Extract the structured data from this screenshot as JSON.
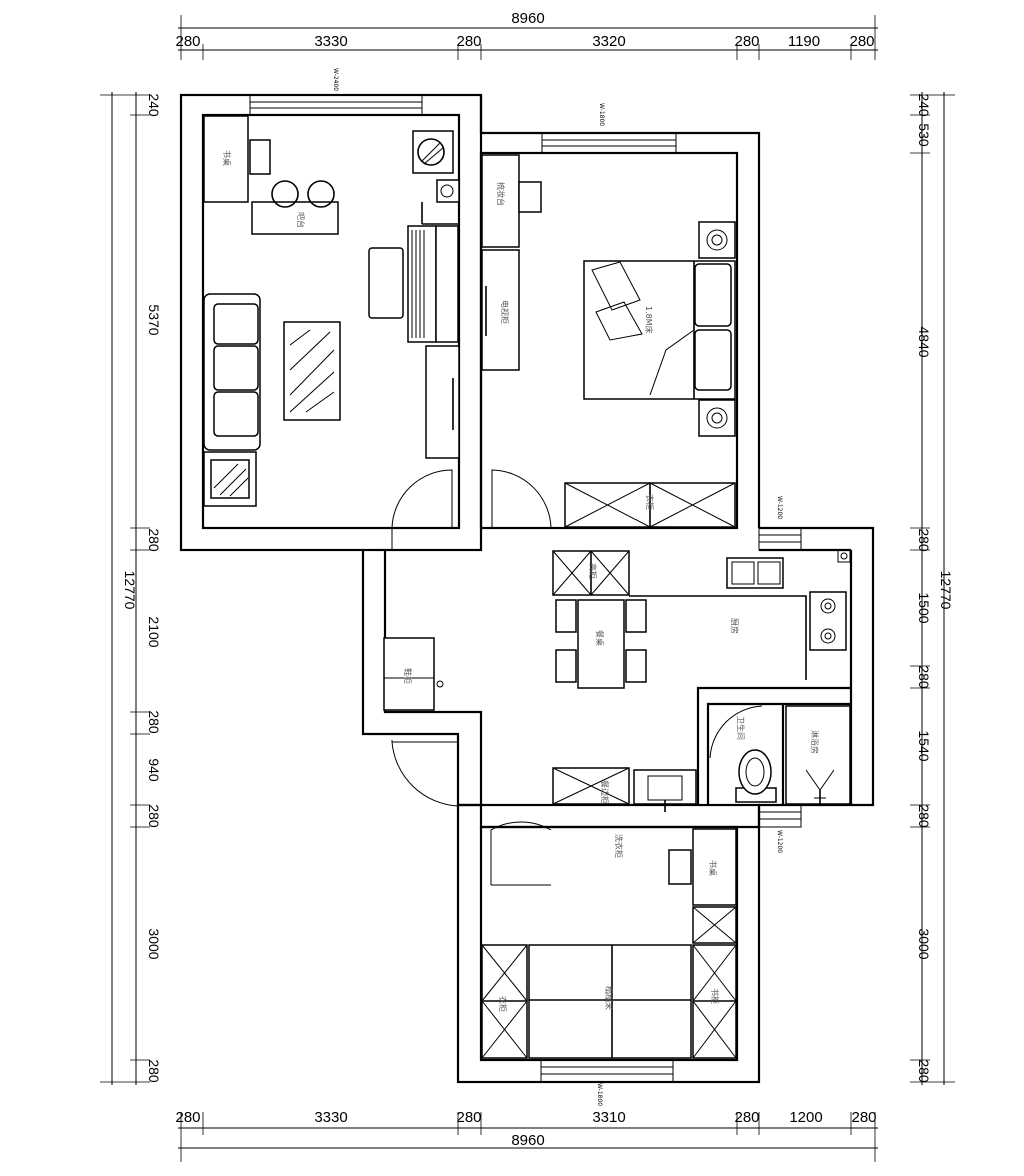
{
  "dimensions": {
    "top": {
      "total": "8960",
      "segments": [
        "280",
        "3330",
        "280",
        "3320",
        "280",
        "1190",
        "280"
      ]
    },
    "bottom": {
      "total": "8960",
      "segments": [
        "280",
        "3330",
        "280",
        "3310",
        "280",
        "1200",
        "280"
      ]
    },
    "left": {
      "total": "12770",
      "segments": [
        "240",
        "5370",
        "280",
        "2100",
        "280",
        "940",
        "280",
        "3000",
        "280"
      ]
    },
    "right": {
      "total": "12770",
      "segments": [
        "240",
        "530",
        "4840",
        "280",
        "1500",
        "280",
        "1540",
        "280",
        "3000",
        "280"
      ]
    }
  },
  "window_tags": [
    "W-2400",
    "W-1800",
    "W-1200",
    "W-1200",
    "W-1800"
  ],
  "rooms": {
    "study_desk": "书桌",
    "bar_counter": "吧台",
    "dresser": "梳妆台",
    "tv_cabinet": "电视柜",
    "bed": "1.8M床",
    "wardrobe_main": "衣柜",
    "kitchen": "厨房",
    "dining_table": "餐桌",
    "shoe_cabinet": "鞋柜",
    "toilet": "卫生间",
    "shower": "淋浴房",
    "sideboard": "餐边柜",
    "wash_cabinet": "洗衣柜",
    "second_desk": "书桌",
    "tatami": "榻榻米",
    "second_wardrobe": "衣柜",
    "bookcase": "书柜",
    "kitchen_tall": "高柜"
  }
}
